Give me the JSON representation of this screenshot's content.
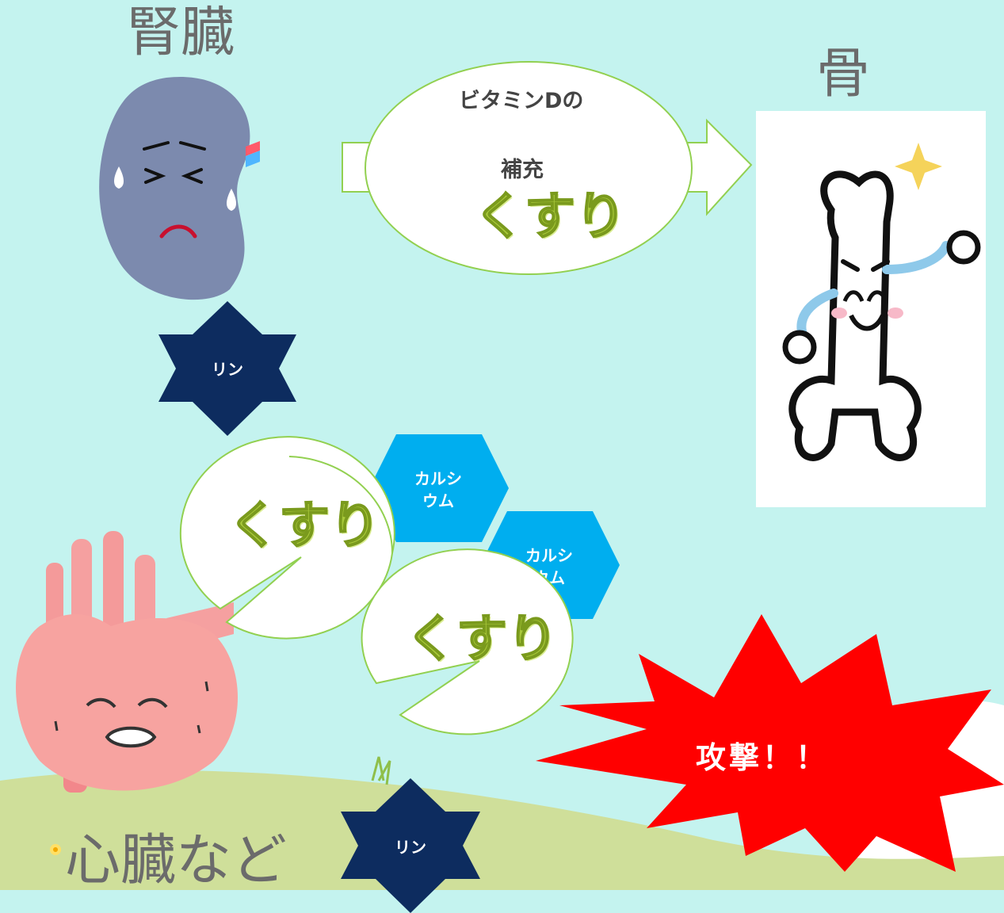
{
  "labels": {
    "kidney": "腎臓",
    "bone": "骨",
    "heart": "心臓など"
  },
  "oval": {
    "line1": "ビタミンDの",
    "line2": "補充"
  },
  "medicine": "くすり",
  "phosphorus": "リン",
  "calcium": "カルシ\nウム",
  "attack": "攻撃！！",
  "colors": {
    "background": "#c4f3ef",
    "ground": "#cfdf9a",
    "star": "#0d2c5f",
    "hexagon": "#00aeef",
    "burst": "#ff0000",
    "medicine_text": "#a9c93b",
    "oval_border": "#92d050"
  }
}
